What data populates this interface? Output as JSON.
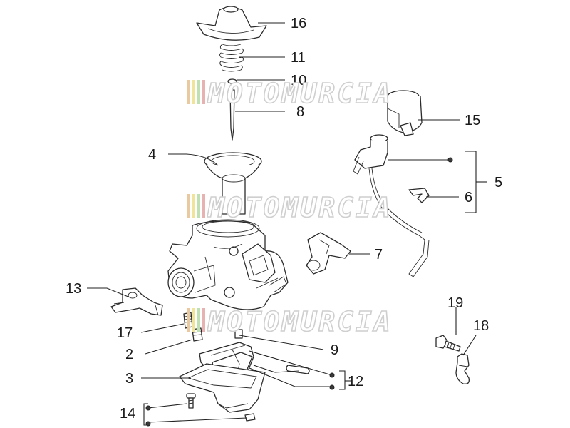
{
  "watermark": {
    "text": "MOTOMURCIA",
    "colors": [
      "#e9c9a0",
      "#f0e39a",
      "#bfe0b0",
      "#e7b2b2"
    ]
  },
  "labels": {
    "l16": "16",
    "l11": "11",
    "l10": "10",
    "l8": "8",
    "l15": "15",
    "l4": "4",
    "l5": "5",
    "l6": "6",
    "l7": "7",
    "l13": "13",
    "l17": "17",
    "l19": "19",
    "l18": "18",
    "l9": "9",
    "l2": "2",
    "l3": "3",
    "l12": "12",
    "l14": "14"
  },
  "colors": {
    "line": "#222222",
    "background": "#ffffff"
  }
}
